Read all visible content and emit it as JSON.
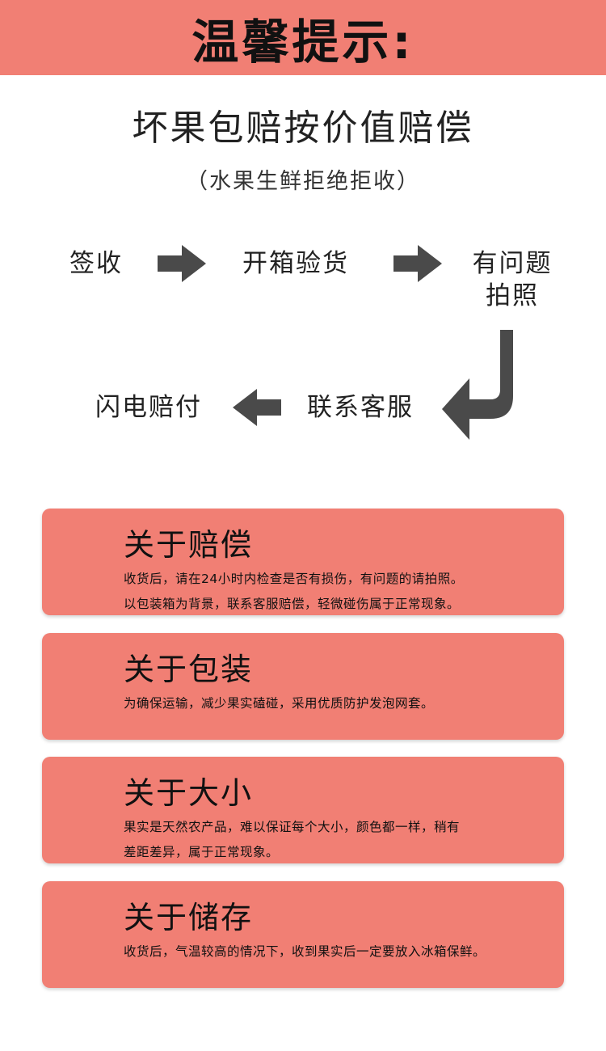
{
  "header": {
    "title": "温馨提示:"
  },
  "headline": "坏果包赔按价值赔偿",
  "subline": "（水果生鲜拒绝拒收）",
  "flow": {
    "step1": "签收",
    "step2": "开箱验货",
    "step3_line1": "有问题",
    "step3_line2": "拍照",
    "step4": "联系客服",
    "step5": "闪电赔付",
    "arrow_color": "#4a4a4a"
  },
  "cards": [
    {
      "title": "关于赔偿",
      "lines": [
        "收货后，请在24小时内检查是否有损伤，有问题的请拍照。",
        "以包装箱为背景，联系客服赔偿，轻微碰伤属于正常现象。"
      ]
    },
    {
      "title": "关于包装",
      "lines": [
        "为确保运输，减少果实磕碰，采用优质防护发泡网套。"
      ]
    },
    {
      "title": "关于大小",
      "lines": [
        "果实是天然农产品，难以保证每个大小，颜色都一样，稍有",
        "差距差异，属于正常现象。"
      ]
    },
    {
      "title": "关于储存",
      "lines": [
        "收货后，气温较高的情况下，收到果实后一定要放入冰箱保鲜。"
      ]
    }
  ],
  "colors": {
    "accent": "#f17f74"
  }
}
